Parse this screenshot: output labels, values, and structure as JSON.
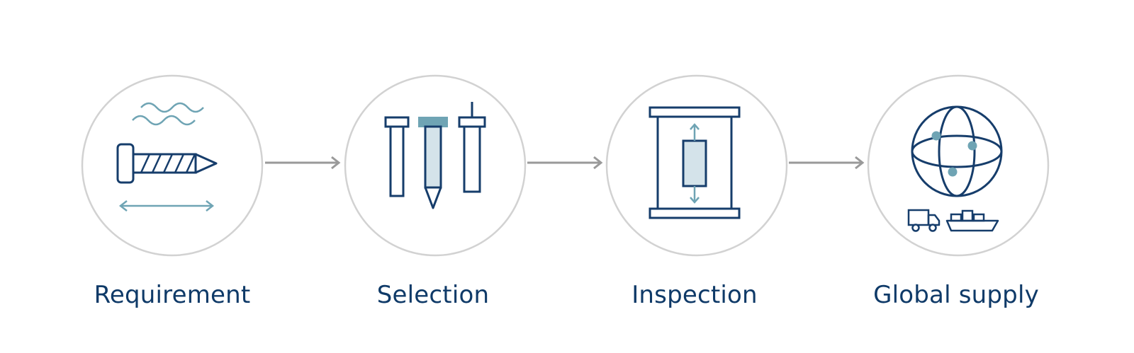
{
  "colors": {
    "navy": "#163d6b",
    "teal": "#6fa4b4",
    "light_fill": "#d4e3ea",
    "circle_stroke": "#d2d2d2",
    "arrow": "#9a9a9a",
    "label": "#0f3a68"
  },
  "steps": [
    {
      "label": "Requirement",
      "icon": "screw-icon"
    },
    {
      "label": "Selection",
      "icon": "fastener-selection-icon"
    },
    {
      "label": "Inspection",
      "icon": "tensile-test-icon"
    },
    {
      "label": "Global supply",
      "icon": "globe-shipping-icon"
    }
  ]
}
